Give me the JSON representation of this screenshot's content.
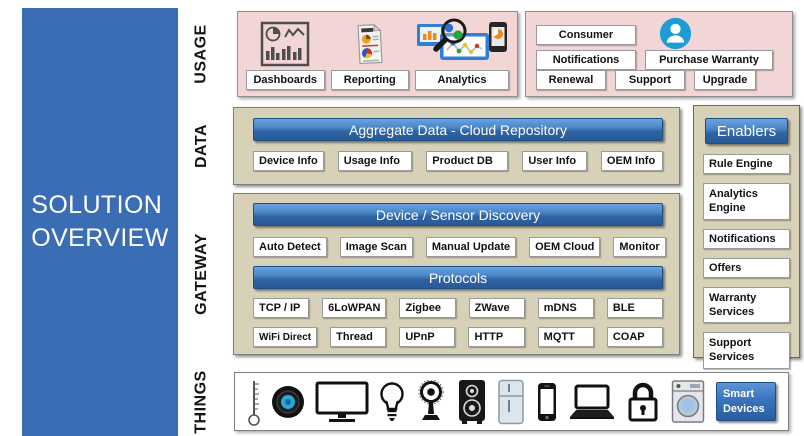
{
  "panel": {
    "line1": "SOLUTION",
    "line2": "OVERVIEW"
  },
  "layer_labels": {
    "usage": "USAGE",
    "data": "DATA",
    "gateway": "GATEWAY",
    "things": "THINGS"
  },
  "usage": {
    "apps": [
      {
        "label": "Dashboards",
        "icon": "dashboard-icon"
      },
      {
        "label": "Reporting",
        "icon": "report-icon"
      },
      {
        "label": "Analytics",
        "icon": "analytics-icon"
      }
    ],
    "consumer_panel": {
      "consumer": "Consumer",
      "person_icon": "person-icon",
      "notifications": "Notifications",
      "purchase_warranty": "Purchase Warranty",
      "renewal": "Renewal",
      "support": "Support",
      "upgrade": "Upgrade"
    }
  },
  "data_layer": {
    "header": "Aggregate Data - Cloud Repository",
    "items": [
      "Device Info",
      "Usage Info",
      "Product DB",
      "User Info",
      "OEM Info"
    ]
  },
  "enablers": {
    "header": "Enablers",
    "items": [
      "Rule Engine",
      "Analytics Engine",
      "Notifications",
      "Offers",
      "Warranty Services",
      "Support Services"
    ]
  },
  "gateway": {
    "discovery_header": "Device / Sensor Discovery",
    "discovery_items": [
      "Auto Detect",
      "Image Scan",
      "Manual Update",
      "OEM Cloud",
      "Monitor"
    ],
    "protocols_header": "Protocols",
    "protocols_row1": [
      "TCP / IP",
      "6LoWPAN",
      "Zigbee",
      "ZWave",
      "mDNS",
      "BLE"
    ],
    "protocols_row2": [
      "WiFi Direct",
      "Thread",
      "UPnP",
      "HTTP",
      "MQTT",
      "COAP"
    ]
  },
  "things": {
    "device_icons": [
      "thermometer-icon",
      "thermostat-icon",
      "tv-icon",
      "lightbulb-icon",
      "security-camera-icon",
      "speaker-icon",
      "refrigerator-icon",
      "smartphone-icon",
      "laptop-icon",
      "lock-icon",
      "washing-machine-icon"
    ],
    "smart_devices": "Smart Devices"
  },
  "colors": {
    "panel_blue": "#3a6db4",
    "header_blue_top": "#5b95d5",
    "header_blue_bottom": "#2a5a97",
    "header_border": "#1c4f86",
    "usage_pink": "#f2d6d6",
    "layer_tan": "#d7d1b7",
    "enablers_border": "#41719c",
    "person_icon_blue": "#1e9cd7"
  }
}
